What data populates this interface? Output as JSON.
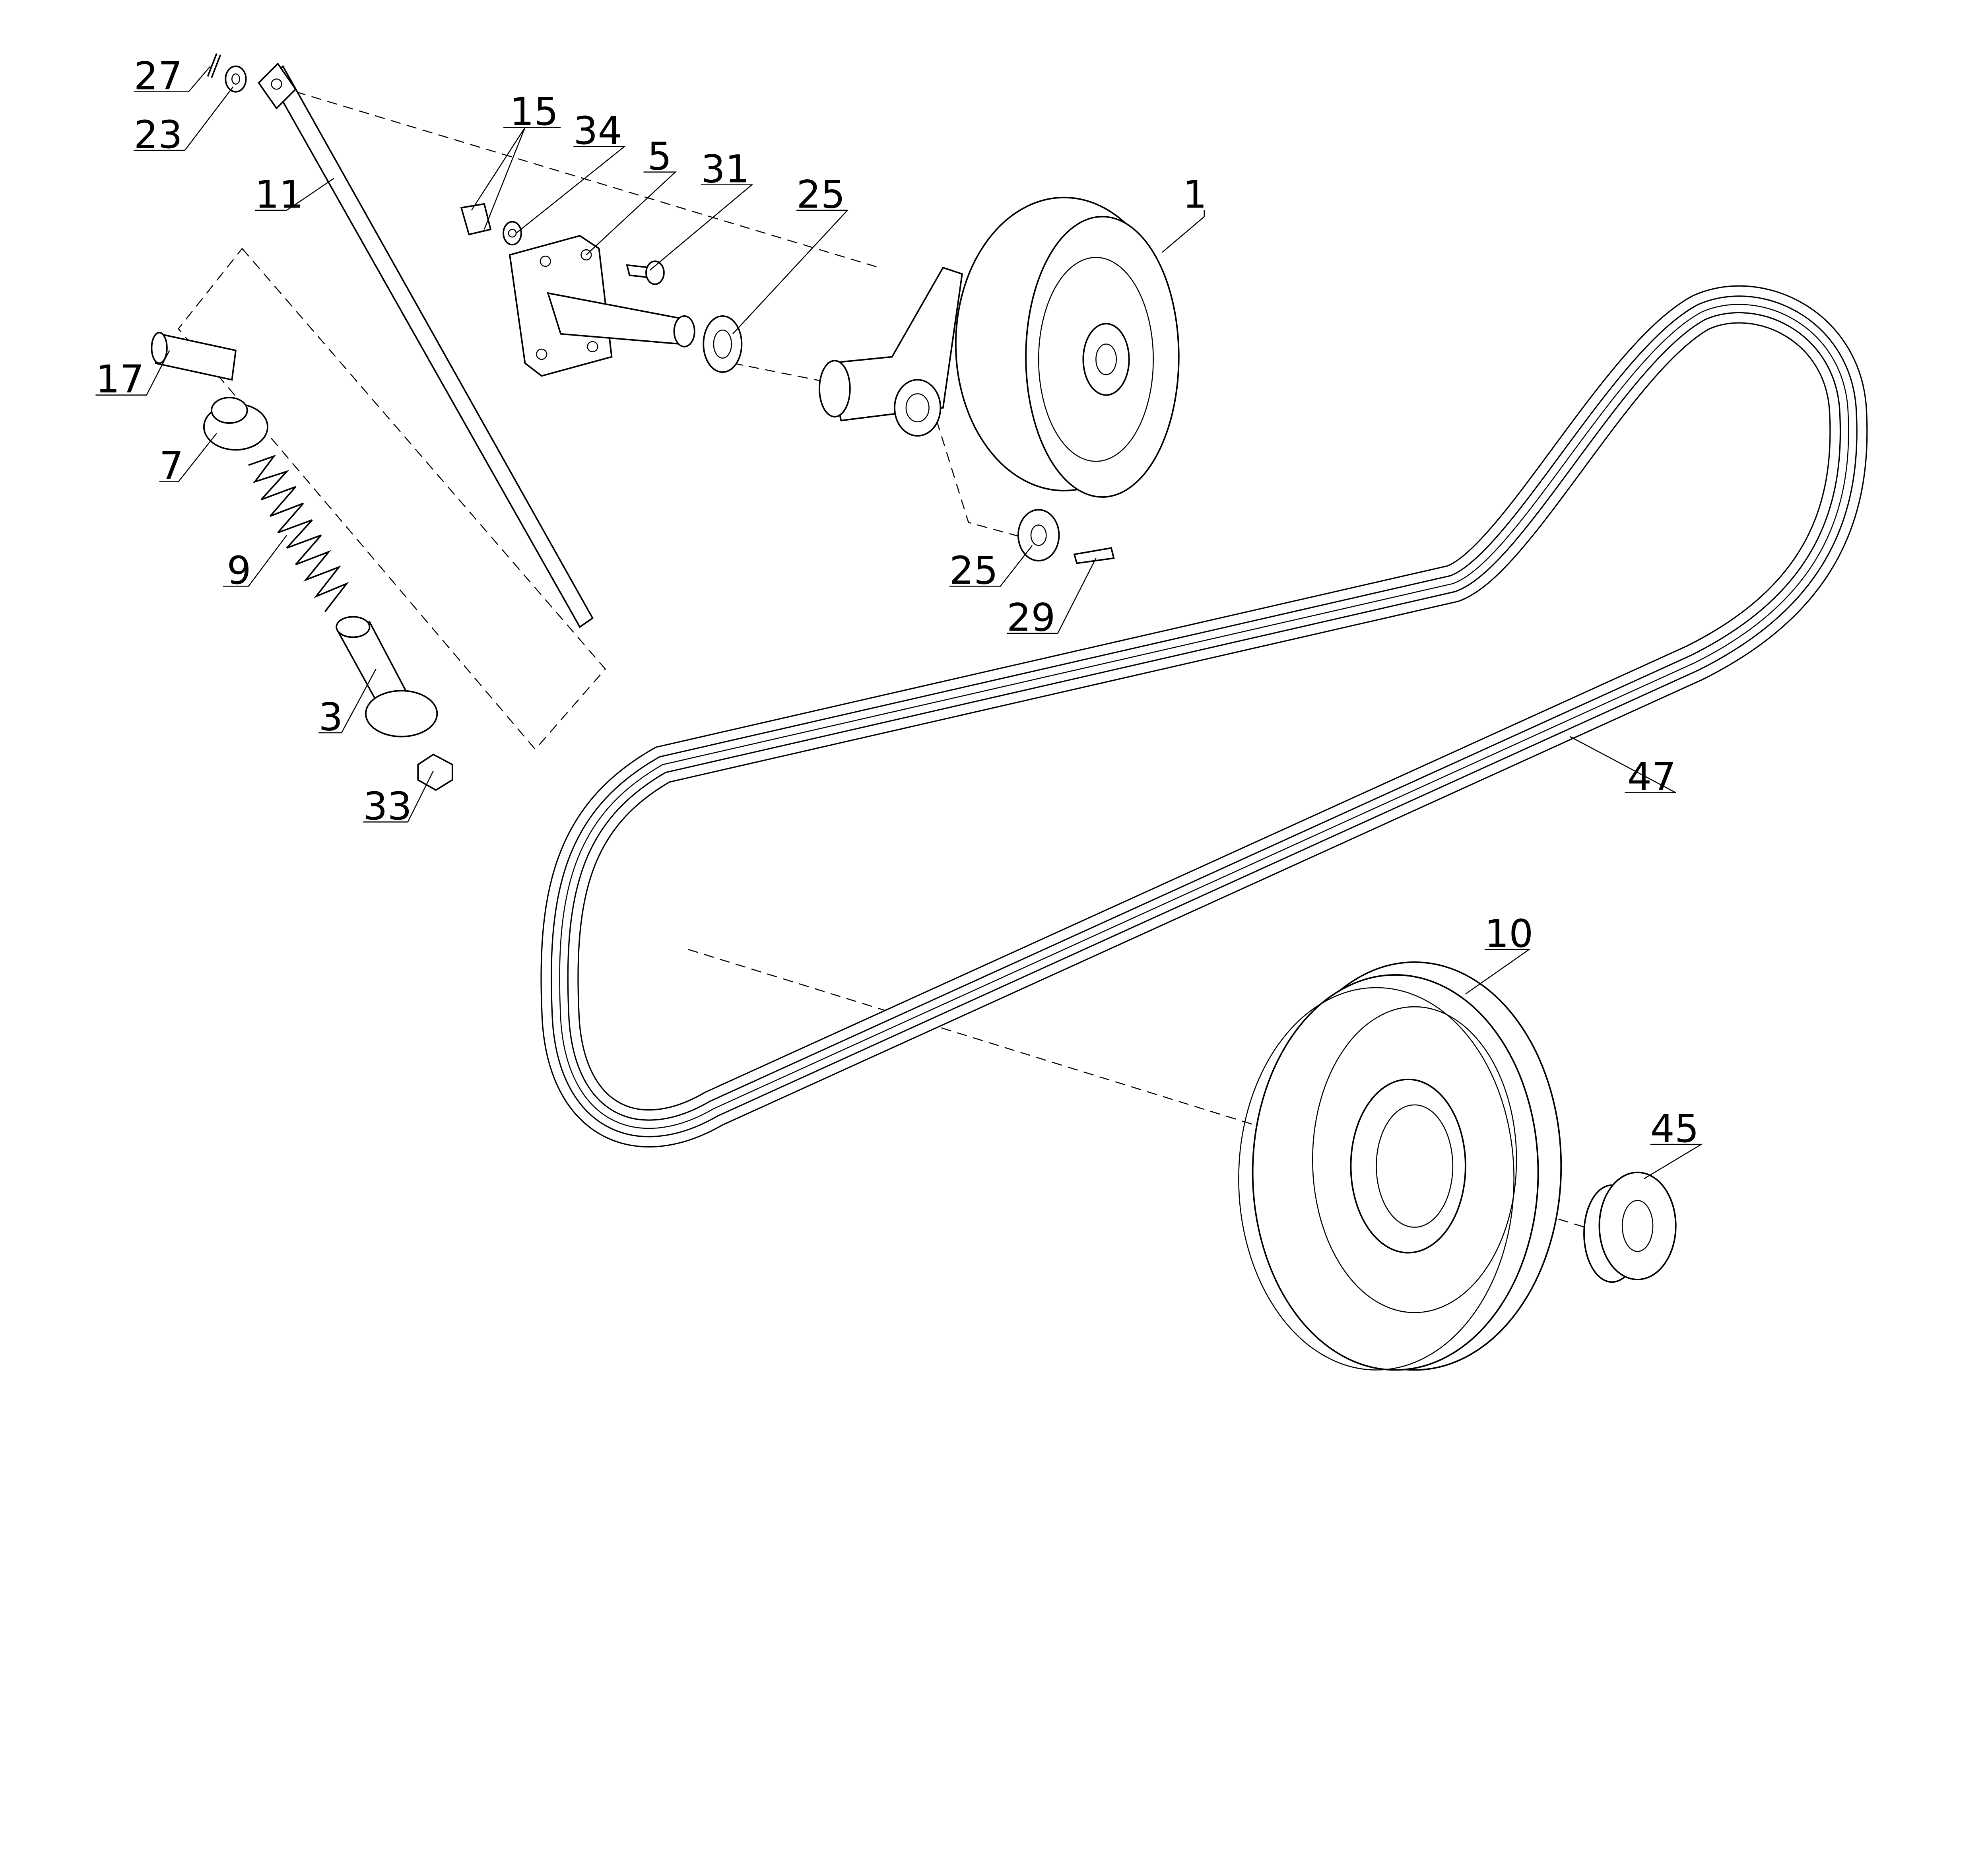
{
  "diagram": {
    "type": "exploded parts view",
    "callouts": [
      "27",
      "23",
      "11",
      "15",
      "34",
      "5",
      "31",
      "25",
      "1",
      "17",
      "7",
      "9",
      "3",
      "33",
      "25",
      "29",
      "47",
      "10",
      "45"
    ],
    "line_color": "#000000",
    "background": "#ffffff"
  }
}
